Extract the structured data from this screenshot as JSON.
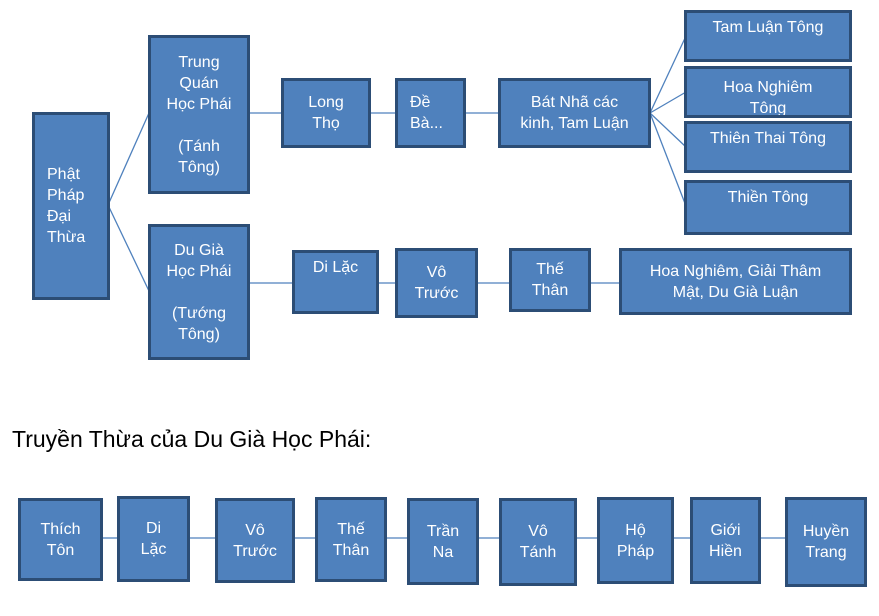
{
  "tree": {
    "root": "Phật\nPháp\nĐại\nThừa",
    "trung_quan": "Trung\nQuán\nHọc Phái\n\n(Tánh\nTông)",
    "du_gia": "Du Già\nHọc Phái\n\n(Tướng\nTông)",
    "long_tho": "Long\nThọ",
    "de_ba": "Đề\nBà...",
    "bat_nha": "Bát Nhã các\nkinh, Tam Luận",
    "tam_luan_tong": "Tam Luận Tông",
    "hoa_nghiem_tong": "Hoa Nghiêm\nTông",
    "thien_thai_tong": "Thiên Thai Tông",
    "thien_tong": "Thiền Tông",
    "di_lac": "Di Lặc",
    "vo_truoc": "Vô\nTrước",
    "the_than": "Thế\nThân",
    "texts": "Hoa Nghiêm, Giải Thâm\nMật, Du Già Luận"
  },
  "lineage": {
    "heading": "Truyền Thừa của Du Già Học Phái:",
    "items": [
      "Thích\nTôn",
      "Di\nLặc",
      "Vô\nTrước",
      "Thế\nThân",
      "Trần\nNa",
      "Vô\nTánh",
      "Hộ\nPháp",
      "Giới\nHiền",
      "Huyền\nTrang"
    ]
  },
  "colors": {
    "box_fill": "#4f81bd",
    "box_border": "#2c4d75",
    "connector": "#4f81bd",
    "box_text": "#ffffff"
  }
}
